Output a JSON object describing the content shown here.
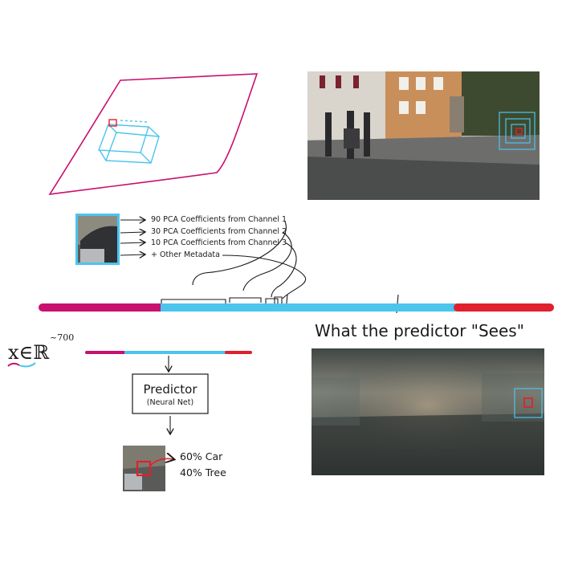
{
  "coefficients": {
    "channel1": "90 PCA Coefficients from Channel 1",
    "channel2": "30 PCA Coefficients from Channel 2",
    "channel3": "10 PCA Coefficients from Channel 3",
    "metadata": "+ Other Metadata"
  },
  "vector_notation": {
    "x": "x",
    "in": "∈",
    "R": "ℝ",
    "exponent": "~700"
  },
  "predictor": {
    "title": "Predictor",
    "subtitle": "(Neural Net)"
  },
  "prediction": {
    "line1": "60% Car",
    "line2": "40% Tree"
  },
  "sees_heading": "What the predictor \"Sees\"",
  "colors": {
    "magenta": "#c8106e",
    "cyan": "#4bc4ee",
    "red": "#e0202c",
    "ink": "#1a1a1a"
  }
}
